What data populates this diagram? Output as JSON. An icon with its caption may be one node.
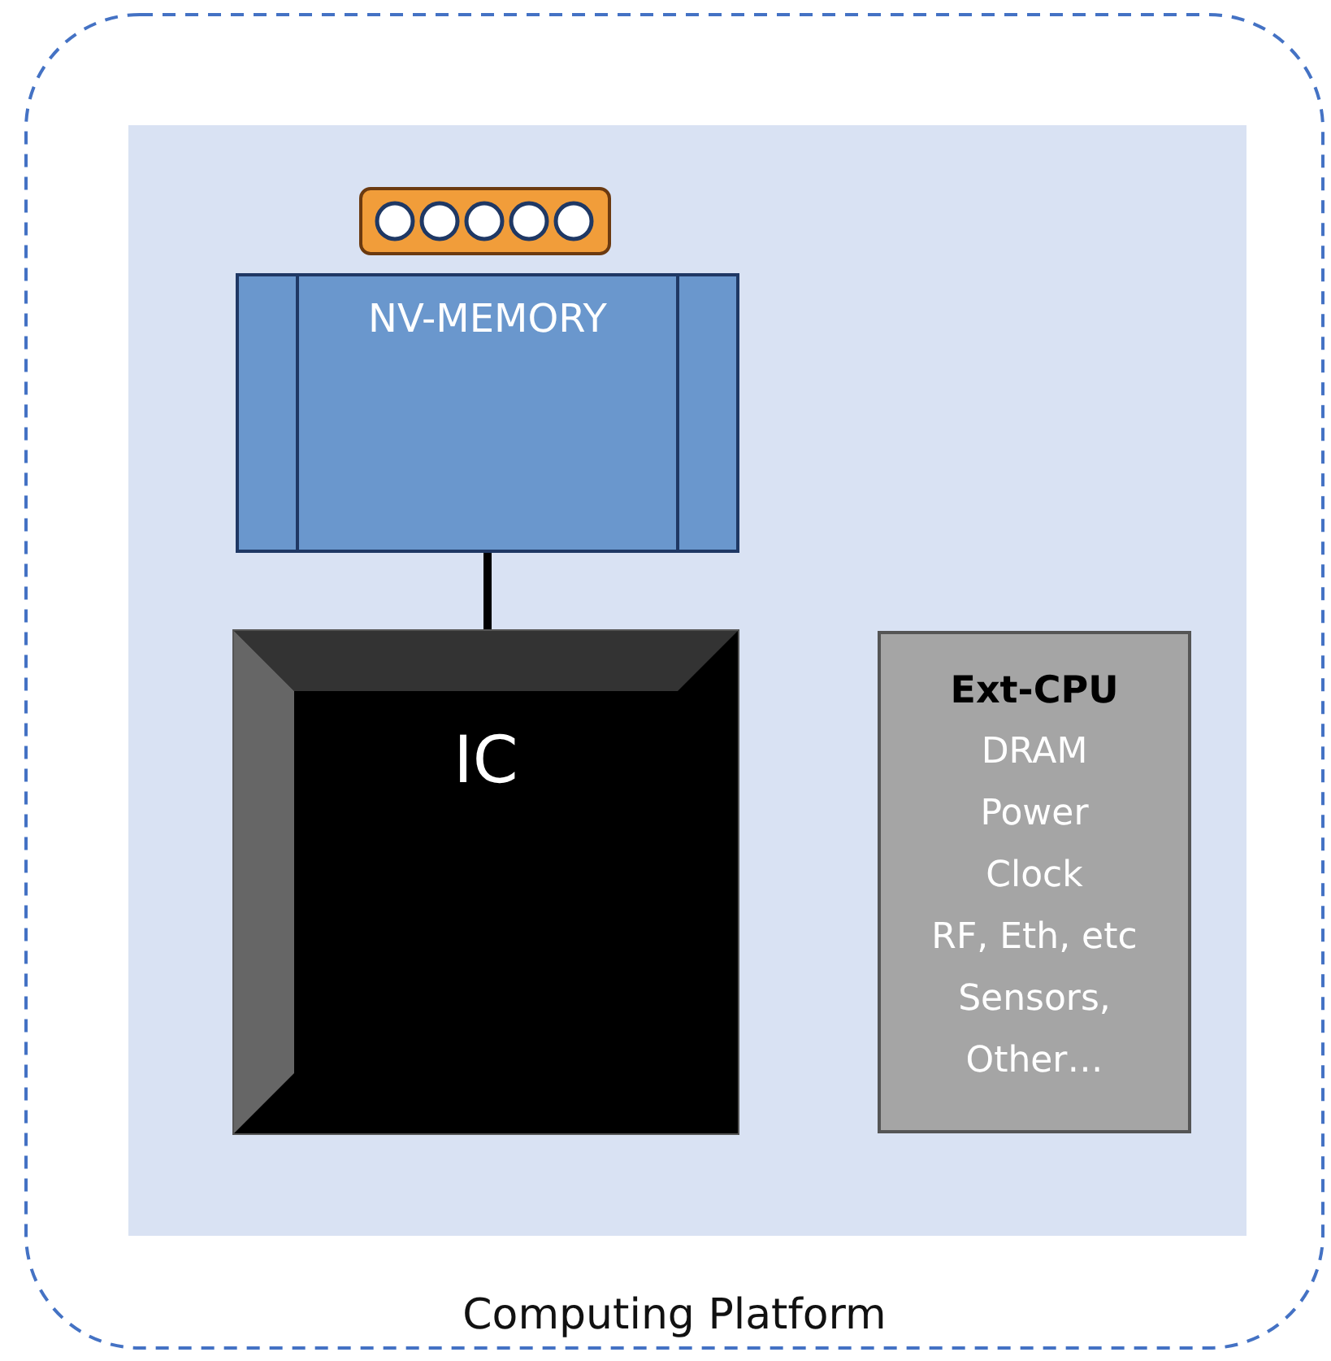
{
  "diagram": {
    "nodes": [
      {
        "text": [
          "Computing Platform"
        ]
      },
      {
        "text": [],
        "shape": "box",
        "in": 0
      },
      {
        "text": [
          "NV-MEMORY"
        ],
        "in": 1
      },
      {
        "text": [
          "IC"
        ],
        "in": 1
      },
      {
        "text": [
          "Ext-CPU",
          "DRAM",
          "Power",
          "Clock",
          "RF, Eth, etc",
          "Sensors,",
          "Other…"
        ],
        "in": 1
      }
    ],
    "edges": [
      {
        "from": 2,
        "to": 3,
        "arrow": "none"
      }
    ]
  }
}
